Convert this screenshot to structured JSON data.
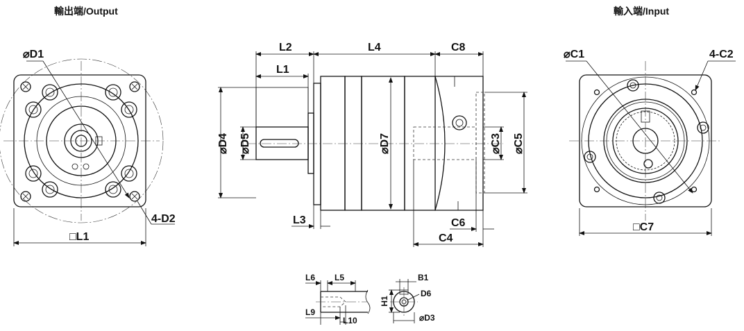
{
  "titles": {
    "output": "輸出端/Output",
    "input": "輸入端/Input"
  },
  "output_labels": {
    "d1": "⌀D1",
    "d2": "4-D2",
    "l1": "□L1"
  },
  "side_labels": {
    "l2": "L2",
    "l4": "L4",
    "c8": "C8",
    "l1": "L1",
    "d4": "⌀D4",
    "d5": "⌀D5",
    "d7": "⌀D7",
    "c3": "⌀C3",
    "c5": "⌀C5",
    "l3": "L3",
    "c6": "C6",
    "c4": "C4"
  },
  "input_labels": {
    "c1": "⌀C1",
    "c2": "4-C2",
    "c7": "□C7"
  },
  "shaft_labels": {
    "l6": "L6",
    "l5": "L5",
    "l9": "L9",
    "l10": "L10",
    "b1": "B1",
    "h1": "H1",
    "d6": "D6",
    "d3": "⌀D3"
  }
}
